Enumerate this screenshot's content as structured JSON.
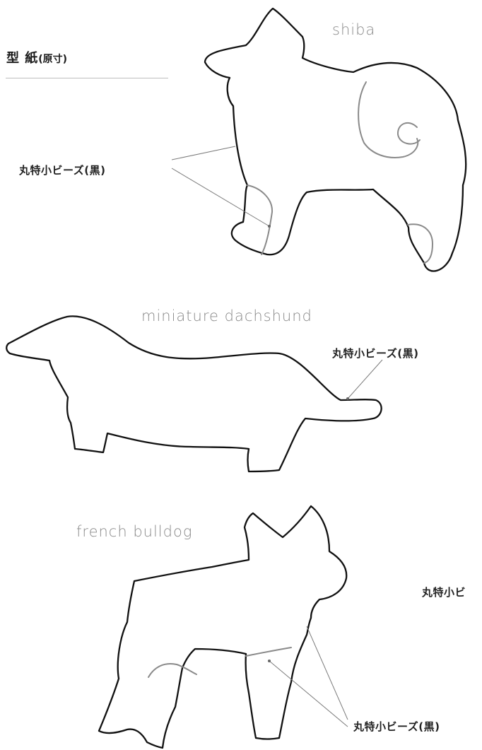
{
  "page": {
    "title": "型 紙",
    "title_note": "(原寸)"
  },
  "patterns": [
    {
      "name": "shiba",
      "bead_label": "丸特小ビーズ(黒)"
    },
    {
      "name": "miniature dachshund",
      "bead_label": "丸特小ビーズ(黒)"
    },
    {
      "name": "french bulldog",
      "bead_label": "丸特小ビーズ(黒)"
    }
  ],
  "stray_label": "丸特小ビ",
  "colors": {
    "outline": "#111111",
    "detail": "#8a8a8a",
    "leader": "#7a7a7a",
    "text": "#1a1a1a",
    "muted_text": "#8a8a8a"
  }
}
